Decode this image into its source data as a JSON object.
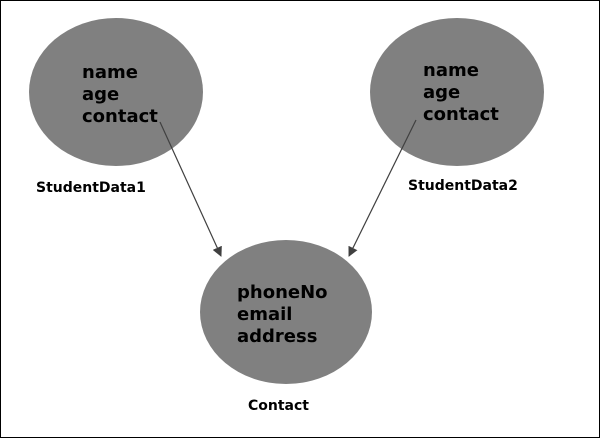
{
  "nodes": {
    "student1": {
      "fields": [
        "name",
        "age",
        "contact"
      ],
      "caption": "StudentData1"
    },
    "student2": {
      "fields": [
        "name",
        "age",
        "contact"
      ],
      "caption": "StudentData2"
    },
    "contact": {
      "fields": [
        "phoneNo",
        "email",
        "address"
      ],
      "caption": "Contact"
    }
  },
  "colors": {
    "node_fill": "#808080",
    "arrow": "#404040",
    "text": "#000000"
  }
}
